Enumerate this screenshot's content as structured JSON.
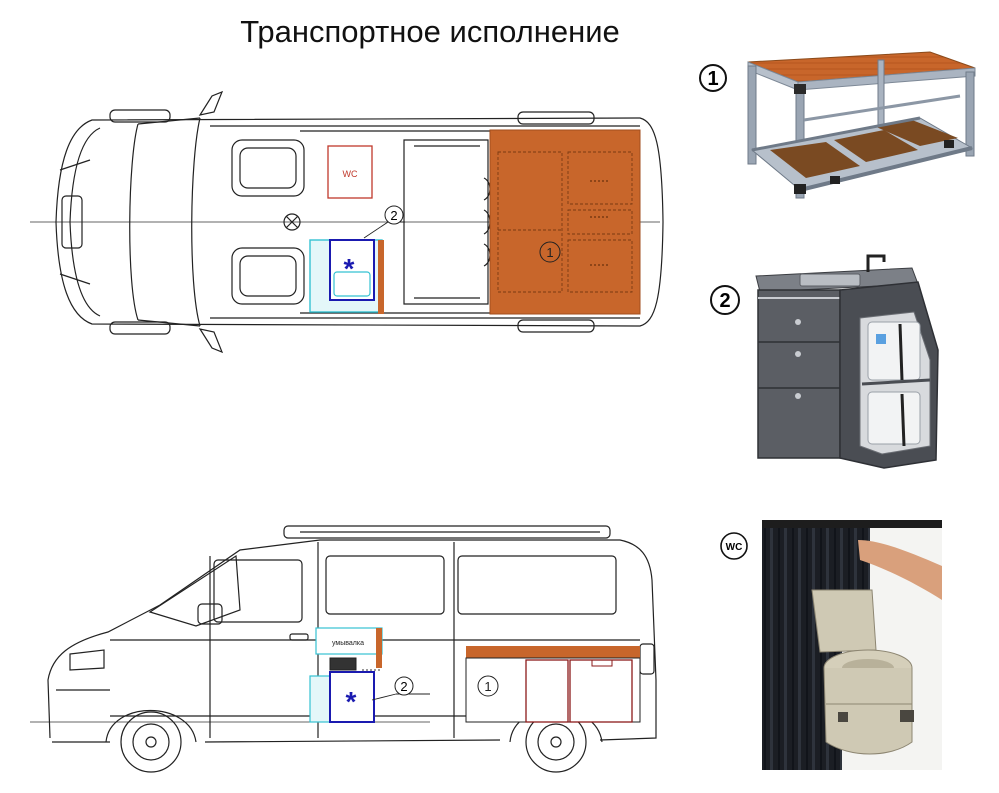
{
  "title": "Транспортное исполнение",
  "markers": {
    "m1": "1",
    "m2": "2",
    "wc": "WC"
  },
  "labels": {
    "sink_tag": "умывалка"
  },
  "colors": {
    "wood": "#c8662b",
    "outline": "#222222",
    "cabinet_blue": "#1a1ab0",
    "cabinet_cyan": "#35c2d2",
    "wc_red": "#c0392b",
    "dark_red": "#8b1a1a",
    "aluminium": "#9aa5b3",
    "grey_cabinet": "#5b5e64",
    "toilet_beige": "#c9c3ad",
    "curtain": "#1b1e24"
  }
}
